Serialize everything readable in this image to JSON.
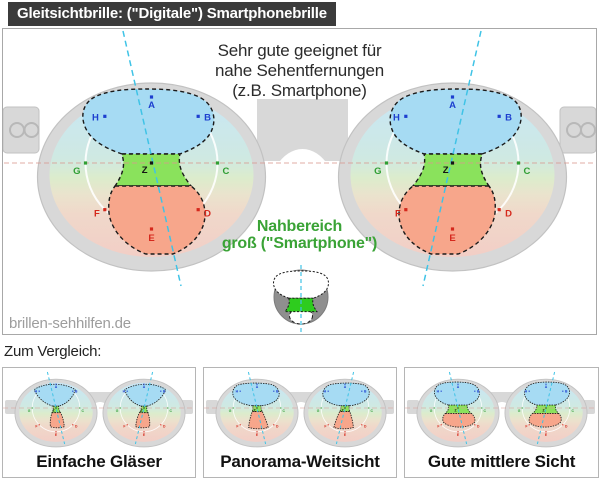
{
  "title": "Gleitsichtbrille: (\"Digitale\") Smartphonebrille",
  "heading": {
    "line1": "Sehr gute geeignet für",
    "line2": "nahe Sehentfernungen",
    "line3": "(z.B. Smartphone)"
  },
  "near_label": {
    "line1": "Nahbereich",
    "line2": "groß (\"Smartphone\")"
  },
  "watermark": "brillen-sehhilfen.de",
  "compare_heading": "Zum Vergleich:",
  "panels": [
    {
      "label": "Einfache Gläser"
    },
    {
      "label": "Panorama-Weitsicht"
    },
    {
      "label": "Gute mittlere Sicht"
    }
  ],
  "lens_points": [
    {
      "letter": "A",
      "color": "blue"
    },
    {
      "letter": "B",
      "color": "blue"
    },
    {
      "letter": "C",
      "color": "green"
    },
    {
      "letter": "D",
      "color": "red"
    },
    {
      "letter": "E",
      "color": "red"
    },
    {
      "letter": "F",
      "color": "red"
    },
    {
      "letter": "G",
      "color": "green"
    },
    {
      "letter": "H",
      "color": "blue"
    },
    {
      "letter": "Z",
      "color": "dark"
    }
  ],
  "colors": {
    "title_bg": "#3b3b3b",
    "title_text": "#ffffff",
    "frame": "#d8d8d8",
    "frame_stroke": "#c2c2c2",
    "zone_far": "#a6dbf3",
    "zone_intermediate": "#8ae25c",
    "zone_near": "#f7a68b",
    "outline": "#1a1a1a",
    "axis": "#3fc3e6",
    "hline": "#d89890",
    "white_ring": "#ffffff",
    "blue": "#1d3fcf",
    "green": "#2f9e33",
    "red": "#d5281c",
    "dark": "#151515",
    "near_text": "#3aa336",
    "sphere_gray": "#8f8f8f",
    "sphere_green": "#2ecc1e",
    "lens_gradient": [
      "#c7e6f6",
      "#cfe9e2",
      "#dceccc",
      "#eae3cd",
      "#f0d8ca",
      "#f2cec6"
    ]
  }
}
